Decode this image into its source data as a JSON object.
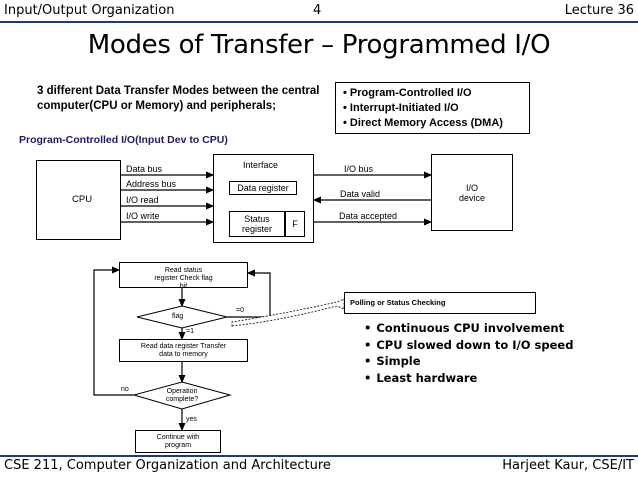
{
  "header": {
    "left": "Input/Output Organization",
    "center": "4",
    "right": "Lecture 36"
  },
  "title": "Modes of Transfer – Programmed I/O",
  "intro": "3 different Data Transfer Modes between the central computer(CPU or Memory)  and peripherals;",
  "modes": [
    "Program-Controlled I/O",
    "Interrupt-Initiated I/O",
    "Direct Memory Access (DMA)"
  ],
  "diagram_title": "Program-Controlled I/O(Input Dev to CPU)",
  "block": {
    "cpu": "CPU",
    "interface": "Interface",
    "data_register": "Data register",
    "status_register": "Status register",
    "flag_f": "F",
    "io_device": "I/O device",
    "cpu_signals": [
      "Data bus",
      "Address bus",
      "I/O read",
      "I/O write"
    ],
    "device_signals": [
      "I/O bus",
      "Data valid",
      "Data accepted"
    ]
  },
  "flowchart": {
    "read_status": "Read status register Check flag bit",
    "flag": "flag",
    "flag_zero": "=0",
    "flag_one": "=1",
    "read_data": "Read data register Transfer data to memory",
    "operation": "Operation complete?",
    "no": "no",
    "yes": "yes",
    "continue": "Continue with program"
  },
  "callout": "Polling or Status Checking",
  "bullets": [
    "Continuous CPU involvement",
    "CPU slowed down to I/O speed",
    "Simple",
    "Least hardware"
  ],
  "footer": {
    "left": "CSE 211, Computer Organization and Architecture",
    "right": "Harjeet Kaur, CSE/IT"
  }
}
